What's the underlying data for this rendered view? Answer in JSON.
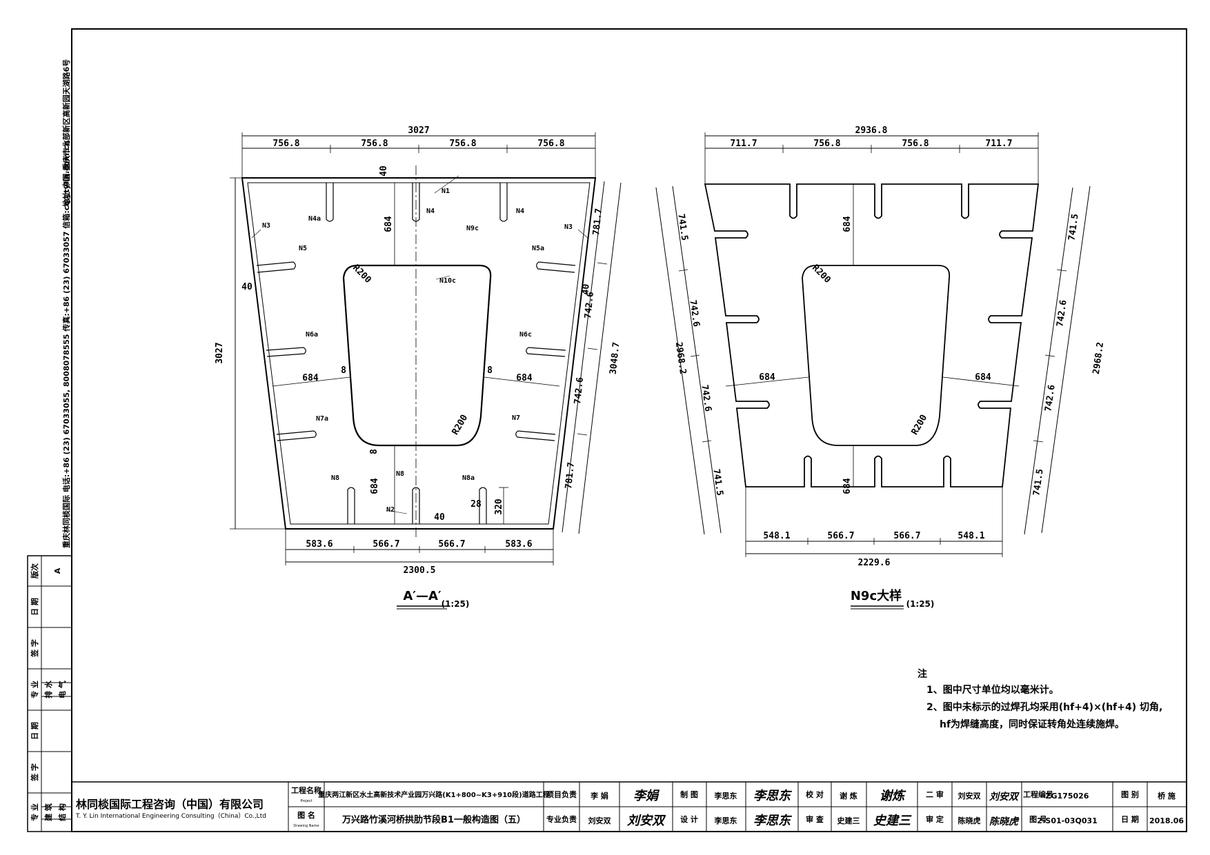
{
  "left_view": {
    "title": "A′—A′",
    "scale": "(1:25)",
    "top_total": "3027",
    "top_segments": [
      "756.8",
      "756.8",
      "756.8",
      "756.8"
    ],
    "bottom_total": "2300.5",
    "bottom_segments": [
      "583.6",
      "566.7",
      "566.7",
      "583.6"
    ],
    "height_left": "3027",
    "height_right": "3048.7",
    "right_segments": [
      "781.7",
      "742.6",
      "742.6",
      "781.7"
    ],
    "thk_top": "40",
    "thk_left": "40",
    "thk_right": "40",
    "thk_bottom": "40",
    "inner_top": "684",
    "inner_bottom": "684",
    "inner_left": "684",
    "inner_right": "684",
    "web_left": "8",
    "web_right": "8",
    "web_bottom": "8",
    "radius_tl": "R200",
    "radius_br": "R200",
    "dim_320": "320",
    "dim_28": "28",
    "parts": {
      "n1": "N1",
      "n3l": "N3",
      "n3r": "N3",
      "n4a": "N4a",
      "n4": "N4",
      "n4r": "N4",
      "n9c": "N9c",
      "n5": "N5",
      "n5a": "N5a",
      "n10c": "N10c",
      "n6a": "N6a",
      "n6c": "N6c",
      "n7a": "N7a",
      "n7": "N7",
      "n8l": "N8",
      "n8c": "N8",
      "n8a": "N8a",
      "n2": "N2"
    }
  },
  "right_view": {
    "title": "N9c大样",
    "scale": "(1:25)",
    "top_total": "2936.8",
    "top_segments": [
      "711.7",
      "756.8",
      "756.8",
      "711.7"
    ],
    "bottom_total": "2229.6",
    "bottom_segments": [
      "548.1",
      "566.7",
      "566.7",
      "548.1"
    ],
    "left_total": "2968.2",
    "left_segments": [
      "741.5",
      "742.6",
      "742.6",
      "741.5"
    ],
    "right_total": "2968.2",
    "right_segments": [
      "741.5",
      "742.6",
      "742.6",
      "741.5"
    ],
    "inner_top": "684",
    "inner_bottom": "684",
    "inner_left": "684",
    "inner_right": "684",
    "radius_tl": "R200",
    "radius_br": "R200"
  },
  "notes": {
    "heading": "注",
    "line1": "1、图中尺寸单位均以毫米计。",
    "line2": "2、图中未标示的过焊孔均采用(hf+4)×(hf+4) 切角,",
    "line3": "hf为焊缝高度，同时保证转角处连续施焊。"
  },
  "side_text": {
    "address": "地址:中国·重庆市北部新区高新园天湖路6号",
    "contact": "重庆林同棪国际 电话:+86 (23) 67033055, 8008078555 传真:+86 (23) 67033057 信箱:cq@tylin.com.cn"
  },
  "revision_table": {
    "h_version": "版次",
    "version": "A",
    "h_date": "日 期",
    "h_sign": "签 字",
    "h_dept": "专 业",
    "h_drain": "排 水",
    "h_elec": "电 气",
    "h_date2": "日 期",
    "h_sign2": "签 字",
    "h_dept2": "专 业",
    "h_build": "建 筑",
    "h_struct": "结 构"
  },
  "title_block": {
    "company_cn": "林同棪国际工程咨询（中国）有限公司",
    "company_en": "T. Y. Lin International Engineering Consulting（China）Co.,Ltd",
    "h_project": "工程名称",
    "h_project_en": "Project",
    "project": "重庆两江新区水土高新技术产业园万兴路(K1+800~K3+910段)道路工程",
    "h_drawing": "图 名",
    "h_drawing_en": "Drawing Name",
    "drawing": "万兴路竹溪河桥拱肋节段B1一般构造图（五）",
    "h_pm": "项目负责",
    "pm": "李 娟",
    "pm_sig": "李娟",
    "h_spec": "专业负责",
    "spec": "刘安双",
    "spec_sig": "刘安双",
    "h_draw": "制 图",
    "draw": "李思东",
    "draw_sig": "李思东",
    "h_design": "设 计",
    "design": "李思东",
    "design_sig": "李思东",
    "h_check": "校 对",
    "check": "谢 炼",
    "check_sig": "谢炼",
    "h_review": "审 查",
    "review": "史建三",
    "review_sig": "史建三",
    "h_second": "二 审",
    "second": "刘安双",
    "second_sig": "刘安双",
    "h_approve": "审 定",
    "approve": "陈晓虎",
    "approve_sig": "陈晓虎",
    "h_projno": "工程编号",
    "projno": "ZG175026",
    "h_sort": "图 别",
    "sort": "桥 施",
    "h_drawno": "图 号",
    "drawno": "2-S01-03Q031",
    "h_date": "日 期",
    "date": "2018.06"
  }
}
